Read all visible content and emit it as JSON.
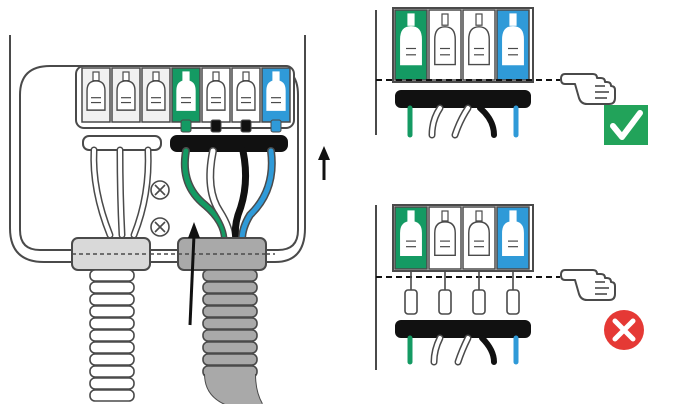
{
  "colors": {
    "green": "#149a63",
    "blue": "#2f9ad8",
    "black": "#111111",
    "outline": "#4a4a4a",
    "light_gray": "#d9d9d9",
    "mid_gray": "#a9a9a9",
    "check_green": "#22a35a",
    "error_red": "#e53935"
  },
  "left_panel": {
    "terminals": [
      "gray",
      "gray",
      "gray",
      "green",
      "white",
      "white",
      "blue"
    ],
    "arrow_direction": "up"
  },
  "good_example": {
    "terminals": [
      "green",
      "white",
      "white",
      "blue"
    ],
    "status_icon": "check-icon",
    "pointer_icon": "hand-pointer-icon"
  },
  "bad_example": {
    "terminals": [
      "green",
      "white",
      "white",
      "blue"
    ],
    "status_icon": "cross-icon",
    "pointer_icon": "hand-pointer-icon"
  }
}
